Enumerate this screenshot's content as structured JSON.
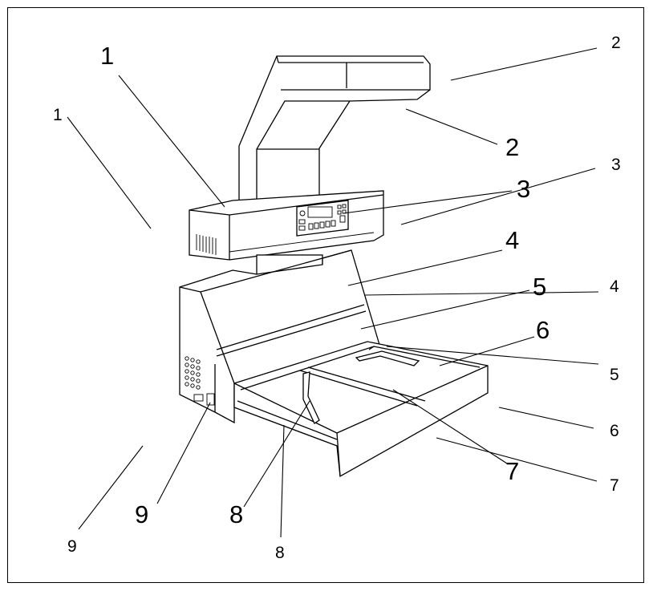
{
  "callouts_large": [
    "1",
    "2",
    "3",
    "4",
    "5",
    "6",
    "7",
    "8",
    "9"
  ],
  "callouts_small": [
    "1",
    "2",
    "3",
    "4",
    "5",
    "6",
    "7",
    "8",
    "9"
  ]
}
